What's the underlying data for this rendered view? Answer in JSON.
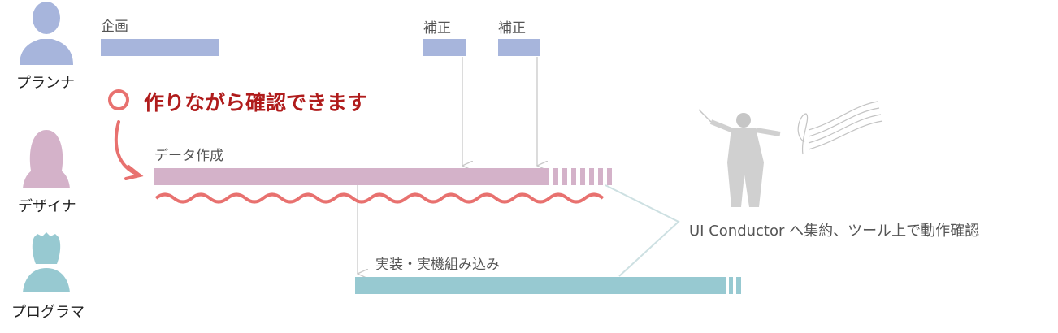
{
  "roles": [
    {
      "label": "プランナ",
      "color": "#a7b5dc"
    },
    {
      "label": "デザイナ",
      "color": "#d4b2c9"
    },
    {
      "label": "プログラマ",
      "color": "#97c9d1"
    }
  ],
  "tasks": {
    "planning": "企画",
    "correction_1": "補正",
    "correction_2": "補正",
    "data_creation": "データ作成",
    "implementation": "実装・実機組み込み"
  },
  "headline": "作りながら確認できます",
  "conductor_note": "UI Conductor へ集約、ツール上で動作確認",
  "colors": {
    "accent": "#b01c1c",
    "wavy": "#e8716f",
    "arrow": "#c8c8c8",
    "connector": "#cde0e2"
  }
}
